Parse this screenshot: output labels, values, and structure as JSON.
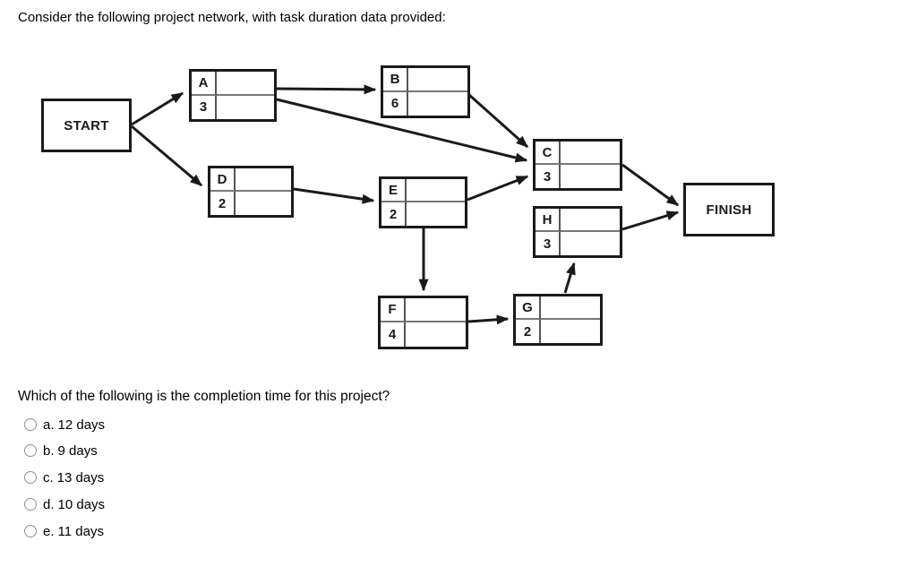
{
  "title": "Consider the following project network, with task duration data provided:",
  "diagram": {
    "start_label": "START",
    "finish_label": "FINISH",
    "tasks": {
      "A": {
        "letter": "A",
        "duration": "3"
      },
      "B": {
        "letter": "B",
        "duration": "6"
      },
      "C": {
        "letter": "C",
        "duration": "3"
      },
      "D": {
        "letter": "D",
        "duration": "2"
      },
      "E": {
        "letter": "E",
        "duration": "2"
      },
      "F": {
        "letter": "F",
        "duration": "4"
      },
      "G": {
        "letter": "G",
        "duration": "2"
      },
      "H": {
        "letter": "H",
        "duration": "3"
      }
    },
    "edges": [
      "START→A",
      "START→D",
      "A→B",
      "A→C",
      "B→C",
      "D→E",
      "E→C",
      "E→F",
      "F→G",
      "G→H",
      "C→FINISH",
      "H→FINISH"
    ]
  },
  "question": {
    "text": "Which of the following is the completion time for this project?",
    "options": [
      {
        "letter": "a.",
        "text": "12 days"
      },
      {
        "letter": "b.",
        "text": "9 days"
      },
      {
        "letter": "c.",
        "text": "13 days"
      },
      {
        "letter": "d.",
        "text": "10 days"
      },
      {
        "letter": "e.",
        "text": "11 days"
      }
    ]
  }
}
